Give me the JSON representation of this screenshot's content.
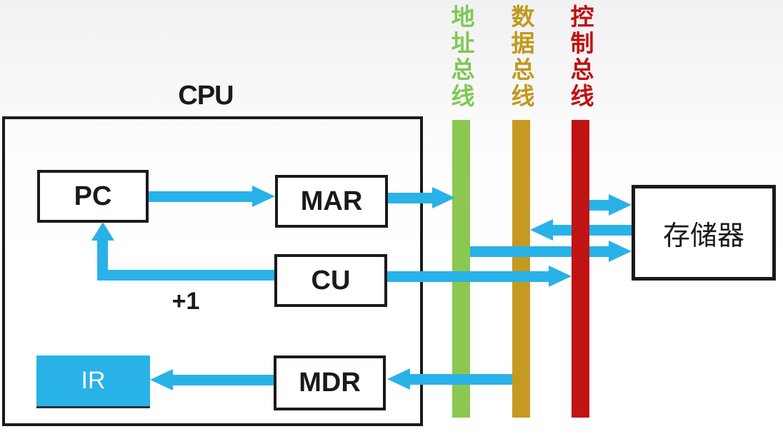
{
  "cpu": {
    "label": "CPU",
    "registers": {
      "pc": "PC",
      "mar": "MAR",
      "cu": "CU",
      "mdr": "MDR",
      "ir": "IR"
    },
    "increment_label": "+1"
  },
  "memory": {
    "label": "存储器"
  },
  "buses": [
    {
      "name": "address-bus",
      "label": "地址总线",
      "bar_color": "#8CC851",
      "label_color": "#7FC855"
    },
    {
      "name": "data-bus",
      "label": "数据总线",
      "bar_color": "#C49A22",
      "label_color": "#C2991D"
    },
    {
      "name": "control-bus",
      "label": "控制总线",
      "bar_color": "#C01414",
      "label_color": "#BE1212"
    }
  ],
  "colors": {
    "arrow": "#29B2E8",
    "ir_fill": "#29B2E8",
    "box_border": "#1A1A1A"
  },
  "connections": [
    {
      "from": "PC",
      "to": "MAR"
    },
    {
      "from": "MAR",
      "to": "地址总线"
    },
    {
      "from": "地址总线",
      "to": "存储器"
    },
    {
      "from": "控制总线",
      "to": "存储器"
    },
    {
      "from": "存储器",
      "to": "数据总线"
    },
    {
      "from": "CU",
      "to": "控制总线"
    },
    {
      "from": "数据总线",
      "to": "MDR"
    },
    {
      "from": "MDR",
      "to": "IR"
    },
    {
      "from": "CU",
      "to": "PC",
      "label": "+1"
    }
  ]
}
